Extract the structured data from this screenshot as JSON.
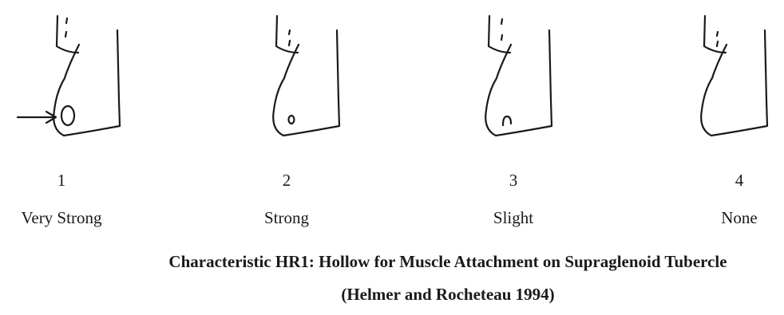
{
  "grades": [
    {
      "number": "1",
      "label": "Very Strong"
    },
    {
      "number": "2",
      "label": "Strong"
    },
    {
      "number": "3",
      "label": "Slight"
    },
    {
      "number": "4",
      "label": "None"
    }
  ],
  "caption": {
    "title": "Characteristic HR1: Hollow for Muscle Attachment on Supraglenoid Tubercle",
    "citation": "(Helmer and Rocheteau 1994)"
  }
}
